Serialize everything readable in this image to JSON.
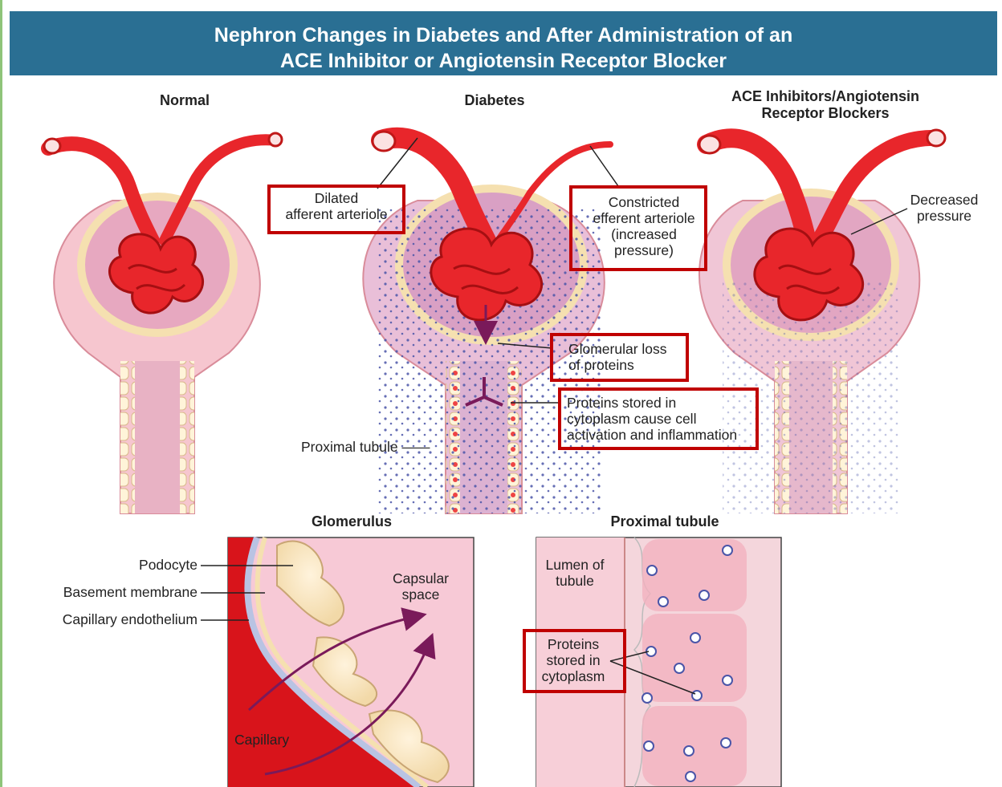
{
  "title": {
    "line1": "Nephron Changes in Diabetes and After Administration of an",
    "line2": "ACE Inhibitor or Angiotensin Receptor Blocker"
  },
  "panels": {
    "normal": "Normal",
    "diabetes": "Diabetes",
    "ace_line1": "ACE Inhibitors/Angiotensin",
    "ace_line2": "Receptor Blockers",
    "glomerulus": "Glomerulus",
    "proximal_tubule": "Proximal tubule"
  },
  "labels": {
    "dilated": [
      "Dilated",
      "afferent arteriole"
    ],
    "constricted": [
      "Constricted",
      "efferent arteriole",
      "(increased",
      "pressure)"
    ],
    "decreased": [
      "Decreased",
      "pressure"
    ],
    "glomerular_loss": [
      "Glomerular loss",
      "of proteins"
    ],
    "proteins_stored": [
      "Proteins stored in",
      "cytoplasm cause cell",
      "activation and inflammation"
    ],
    "proximal_tubule": "Proximal tubule ——",
    "podocyte": "Podocyte",
    "basement_membrane": "Basement membrane",
    "capillary_endothelium": "Capillary endothelium",
    "capsular_space": [
      "Capsular",
      "space"
    ],
    "capillary": "Capillary",
    "lumen": [
      "Lumen of",
      "tubule"
    ],
    "proteins_cytoplasm": [
      "Proteins",
      "stored in",
      "cytoplasm"
    ]
  },
  "colors": {
    "banner": "#2a6f93",
    "highlight_box": "#c00000",
    "vessel": "#e8262b",
    "tissue": "#f3c7d2",
    "protein_dot": "#4a55a8"
  }
}
